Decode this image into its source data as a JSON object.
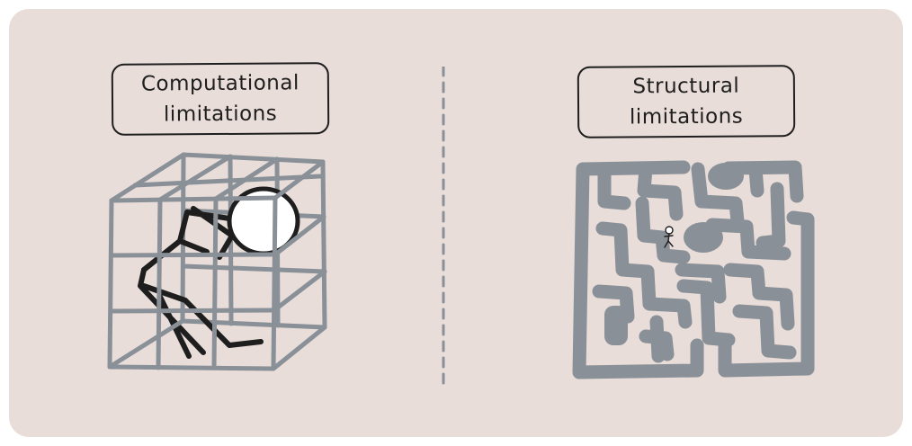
{
  "left": {
    "label": "Computational\nlimitations",
    "illustration": "stick-figure-in-cage"
  },
  "right": {
    "label": "Structural\nlimitations",
    "illustration": "stick-figure-in-maze"
  },
  "colors": {
    "background": "#e8ddd9",
    "ink": "#1e1e1e",
    "bars": "#8a9097",
    "head": "#ffffff"
  }
}
